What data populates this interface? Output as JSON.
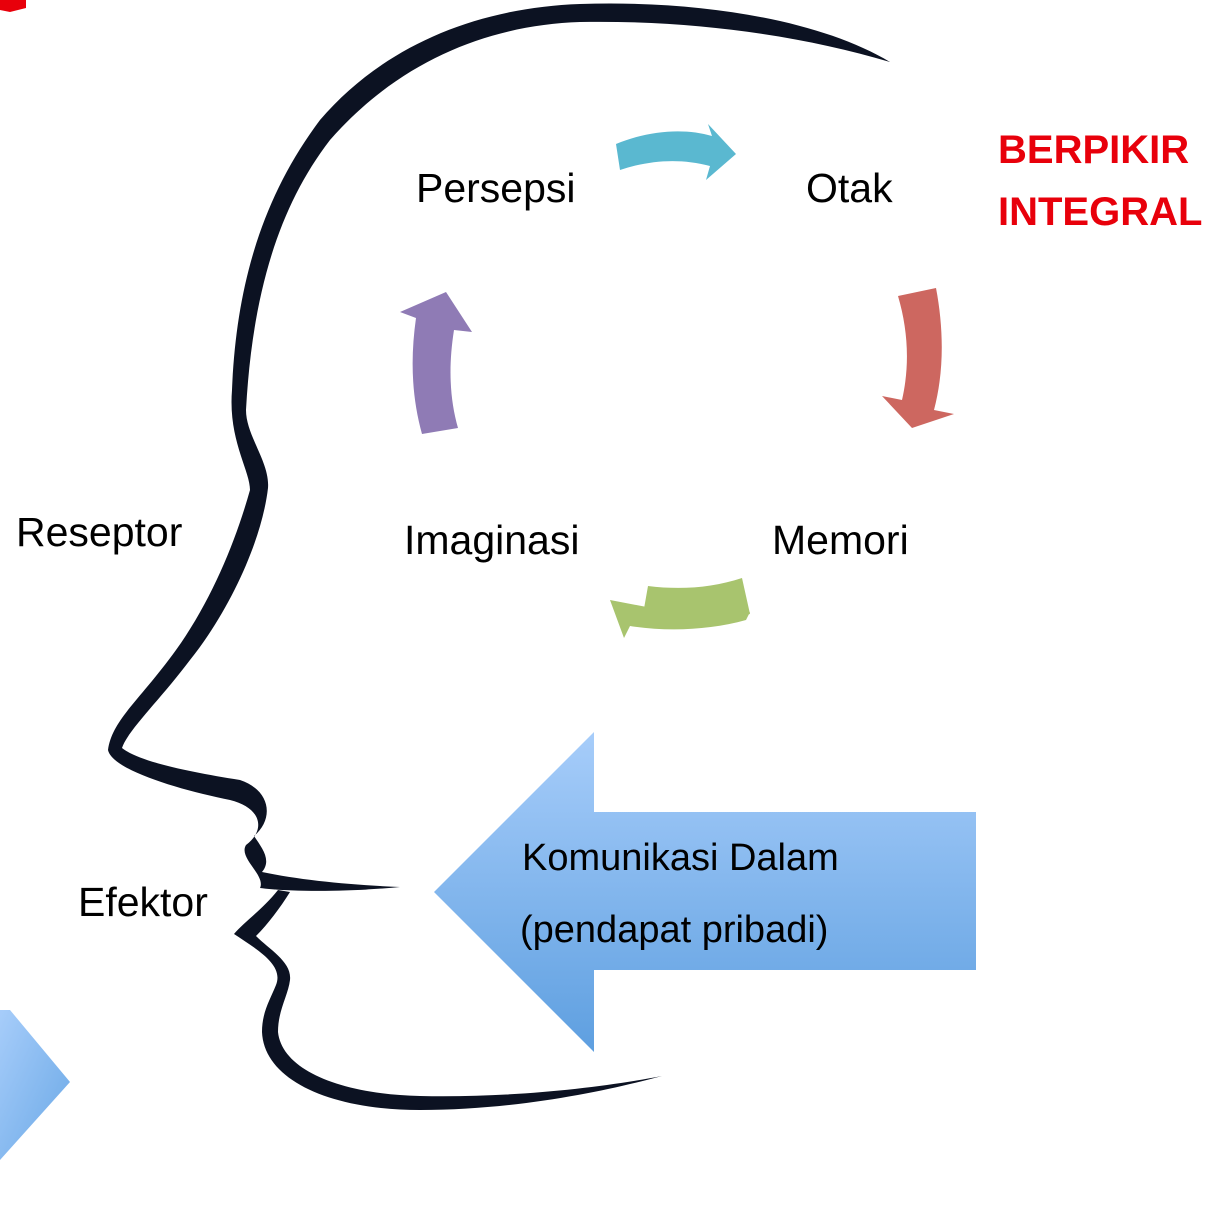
{
  "title": {
    "line1": "BERPIKIR",
    "line2": "INTEGRAL",
    "color": "#e8000b"
  },
  "cycle": {
    "nodes": {
      "persepsi": "Persepsi",
      "otak": "Otak",
      "memori": "Memori",
      "imaginasi": "Imaginasi"
    },
    "arrow_colors": {
      "persepsi_to_otak": "#5ab8d0",
      "otak_to_memori": "#cd6760",
      "memori_to_imaginasi": "#a8c46e",
      "imaginasi_to_persepsi": "#8f7bb5"
    }
  },
  "side_labels": {
    "reseptor": "Reseptor",
    "efektor": "Efektor"
  },
  "callout": {
    "line1": "Komunikasi Dalam",
    "line2": "(pendapat pribadi)",
    "color_top": "#a7cdfa",
    "color_bottom": "#5e9fe0"
  },
  "colors": {
    "head_outline": "#0c1222",
    "accent_corner": "#e8000b"
  }
}
